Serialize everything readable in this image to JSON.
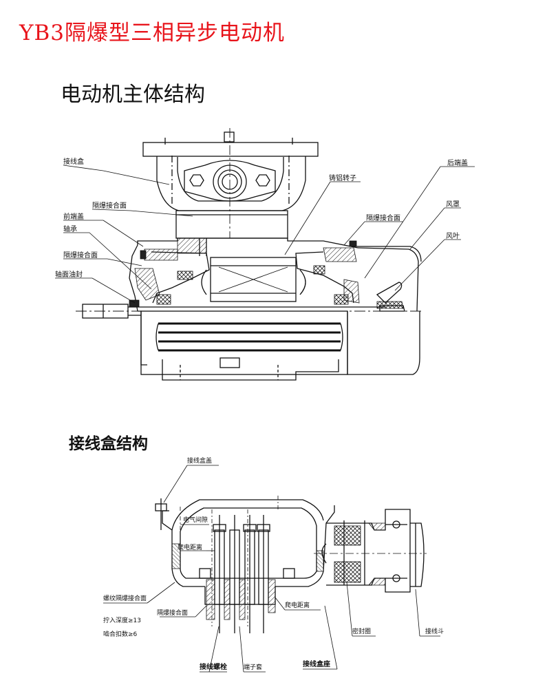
{
  "title": "YB3隔爆型三相异步电动机",
  "sections": {
    "motor": "电动机主体结构",
    "terminal_box": "接线盒结构"
  },
  "motor_labels": {
    "terminal_box": "接线盒",
    "front_end_cover": "前端盖",
    "bearing": "轴承",
    "flameproof_joint_1": "隔爆接合面",
    "flameproof_joint_2": "隔爆接合面",
    "flameproof_joint_3": "隔爆接合面",
    "shaft_seal": "轴面油封",
    "cast_al_rotor": "铸铝转子",
    "rear_end_cover": "后端盖",
    "fan_cover": "风罩",
    "fan": "风叶"
  },
  "box_labels": {
    "box_cover": "接线盒盖",
    "clearance": "电气间隙",
    "creepage_1": "爬电距离",
    "creepage_2": "爬电距离",
    "thread_joint": "螺纹隔爆接合面",
    "screw_depth": "拧入深度≥13",
    "thread_count": "啮合扣数≥6",
    "flameproof_joint": "隔爆接合面",
    "terminal_bolt": "接线螺栓",
    "terminal_sleeve": "端子套",
    "box_base": "接线盒座",
    "seal_ring": "密封圈",
    "cable_gland": "接线斗"
  }
}
